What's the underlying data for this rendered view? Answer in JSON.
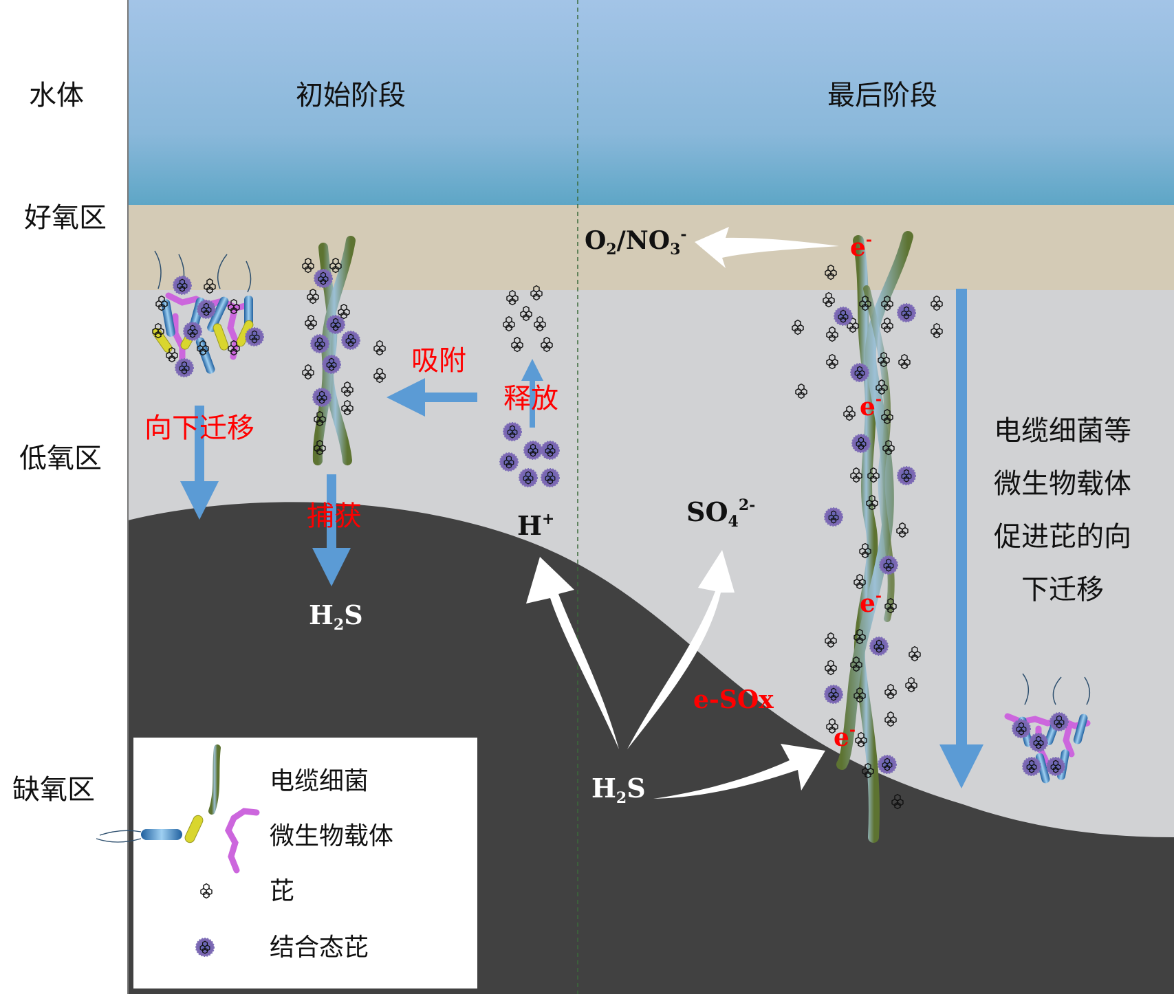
{
  "zones": {
    "water": "水体",
    "aerobic": "好氧区",
    "hypoxic": "低氧区",
    "anoxic": "缺氧区"
  },
  "stages": {
    "initial": "初始阶段",
    "final": "最后阶段"
  },
  "processes": {
    "downward_migration": "向下迁移",
    "capture": "捕获",
    "adsorption": "吸附",
    "release": "释放",
    "esox": "e-SOx"
  },
  "chemicals": {
    "h2s_left": {
      "main": "H",
      "sub": "2",
      "tail": "S"
    },
    "h2s_center": {
      "main": "H",
      "sub": "2",
      "tail": "S"
    },
    "h_plus": {
      "main": "H",
      "sup": "+"
    },
    "so4": {
      "main": "SO",
      "sub": "4",
      "sup": "2-"
    },
    "o2_no3": {
      "a": "O",
      "a_sub": "2",
      "b": "/NO",
      "b_sub": "3",
      "b_sup": "-"
    },
    "electron": {
      "main": "e",
      "sup": "-"
    }
  },
  "note": {
    "line1": "电缆细菌等",
    "line2": "微生物载体",
    "line3": "促进芘的向",
    "line4": "下迁移"
  },
  "legend": {
    "cable_bacteria": "电缆细菌",
    "microbial_carrier": "微生物载体",
    "pyrene": "芘",
    "bound_pyrene": "结合态芘"
  },
  "colors": {
    "water_top": "#a2c3e6",
    "water_bottom": "#5ea6c6",
    "aerobic_band": "#d4cbb6",
    "hypoxic": "#d1d2d4",
    "sediment": "#414141",
    "arrow_blue": "#5b9bd5",
    "label_red": "#ff0000",
    "cable_green": "#6b7f3a",
    "cable_blue": "#8fb5d0",
    "bound_purple": "#6a62a8"
  }
}
